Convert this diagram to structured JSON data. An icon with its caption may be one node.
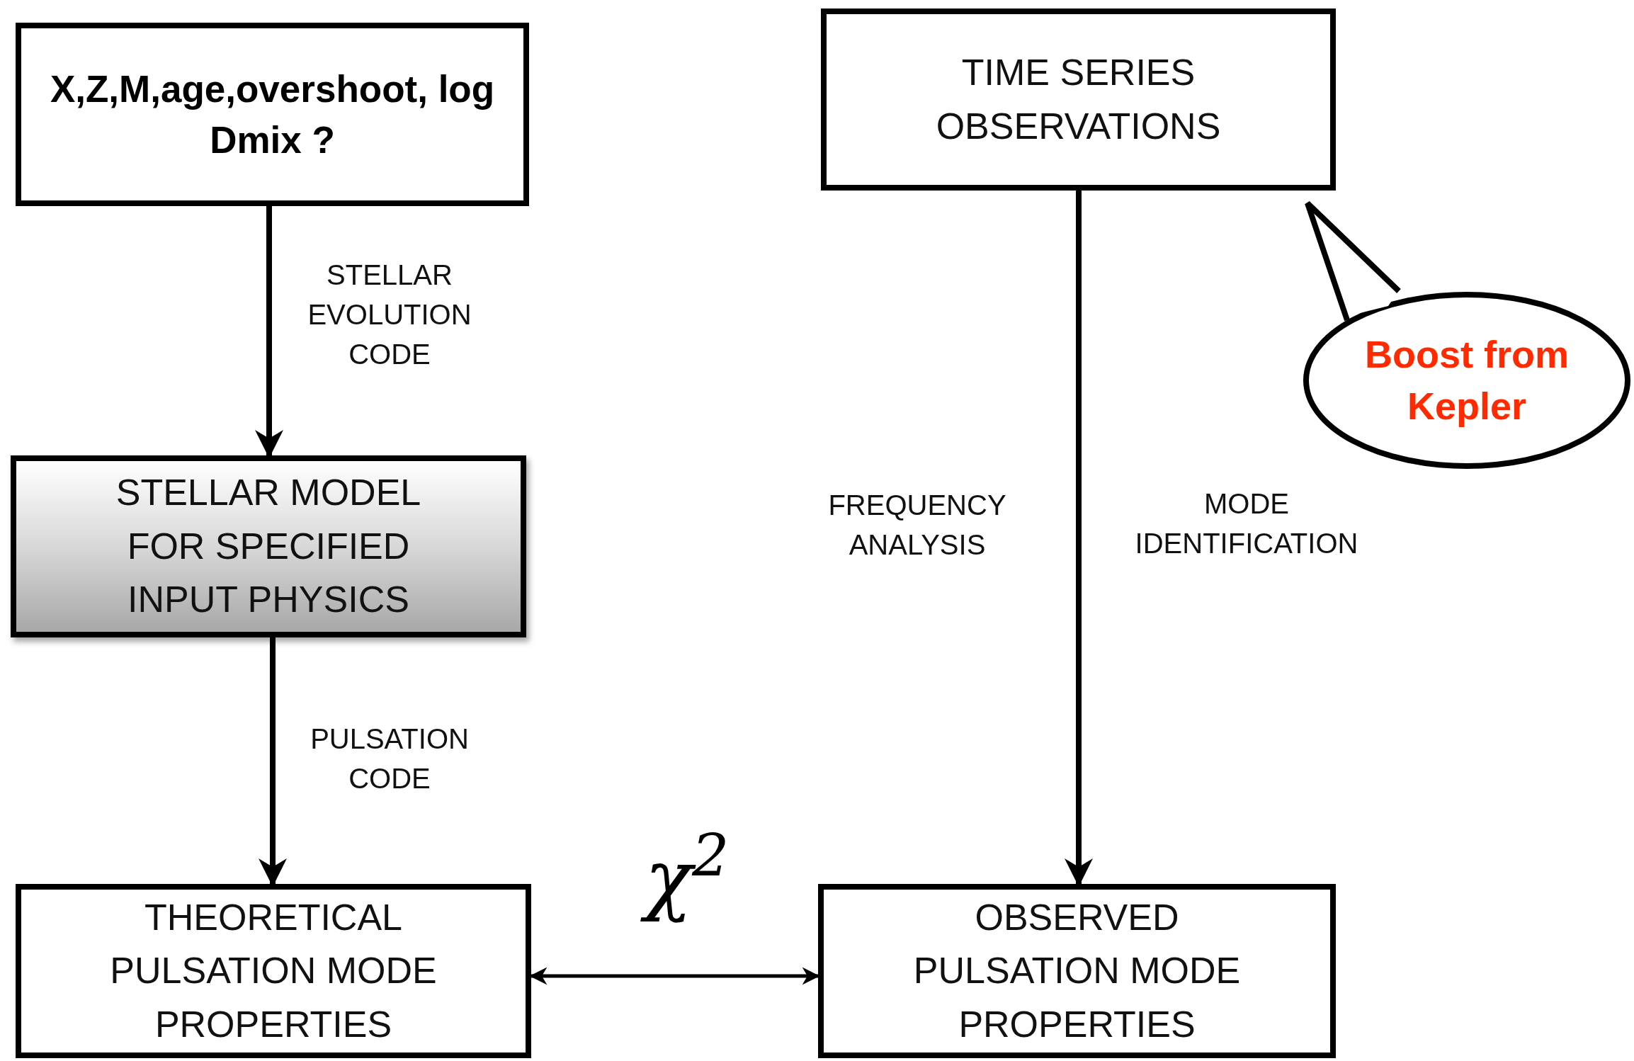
{
  "diagram": {
    "nodes": [
      {
        "text": [
          "X,Z,M,age,overshoot, log Dmix ?"
        ]
      },
      {
        "text": [
          "TIME SERIES OBSERVATIONS"
        ]
      },
      {
        "text": [
          "Boost from Kepler"
        ]
      },
      {
        "text": [
          "STELLAR MODEL FOR SPECIFIED INPUT PHYSICS"
        ]
      },
      {
        "text": [
          "THEORETICAL PULSATION MODE PROPERTIES"
        ]
      },
      {
        "text": [
          "OBSERVED PULSATION MODE PROPERTIES"
        ]
      }
    ],
    "edges": [
      {
        "from": 0,
        "to": 3,
        "arrow": "to",
        "label": "STELLAR EVOLUTION CODE"
      },
      {
        "from": 3,
        "to": 4,
        "arrow": "to",
        "label": "PULSATION CODE"
      },
      {
        "from": 1,
        "to": 5,
        "arrow": "to",
        "label": "FREQUENCY ANALYSIS"
      },
      {
        "from": 4,
        "to": 5,
        "arrow": "both",
        "label": "χ$^{2}$"
      }
    ],
    "labels": [
      "MODE IDENTIFICATION"
    ]
  }
}
